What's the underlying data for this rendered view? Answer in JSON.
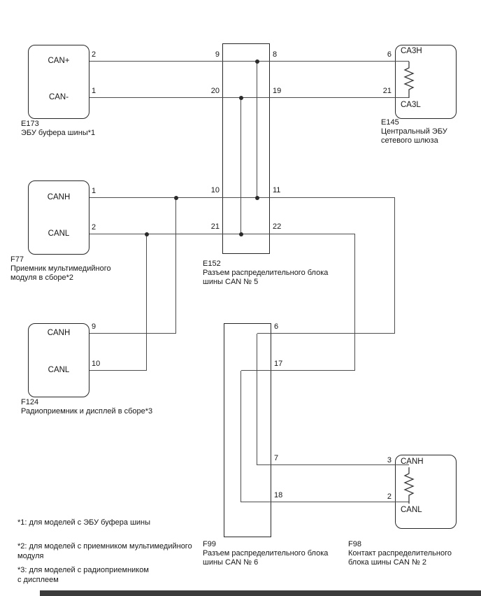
{
  "diagram": {
    "components": {
      "e173": {
        "id": "E173",
        "caption1": "ЭБУ буфера шины*1",
        "t1": "CAN+",
        "t1_pin": "2",
        "t2": "CAN-",
        "t2_pin": "1"
      },
      "e145": {
        "id": "E145",
        "caption1": "Центральный ЭБУ",
        "caption2": "сетевого шлюза",
        "t1": "CA3H",
        "t1_pin": "6",
        "t2": "CA3L",
        "t2_pin": "21"
      },
      "f77": {
        "id": "F77",
        "caption1": "Приемник мультимедийного",
        "caption2": "модуля в сборе*2",
        "t1": "CANH",
        "t1_pin": "1",
        "t2": "CANL",
        "t2_pin": "2"
      },
      "e152": {
        "id": "E152",
        "caption1": "Разъем распределительного блока",
        "caption2": "шины CAN № 5",
        "pin9": "9",
        "pin20": "20",
        "pin8": "8",
        "pin19": "19",
        "pin10": "10",
        "pin21": "21",
        "pin11": "11",
        "pin22": "22"
      },
      "f124": {
        "id": "F124",
        "caption1": "Радиоприемник и дисплей в сборе*3",
        "t1": "CANH",
        "t1_pin": "9",
        "t2": "CANL",
        "t2_pin": "10"
      },
      "f99": {
        "id": "F99",
        "caption1": "Разъем распределительного блока",
        "caption2": "шины CAN № 6",
        "pin6": "6",
        "pin17": "17",
        "pin7": "7",
        "pin18": "18"
      },
      "f98": {
        "id": "F98",
        "caption1": "Контакт распределительного",
        "caption2": "блока шины CAN № 2",
        "t1": "CANH",
        "t1_pin": "3",
        "t2": "CANL",
        "t2_pin": "2"
      }
    },
    "footnotes": {
      "n1": "*1: для моделей с ЭБУ буфера шины",
      "n2a": "*2: для моделей с приемником мультимедийного",
      "n2b": "модуля",
      "n3a": "*3: для моделей с радиоприемником",
      "n3b": "с дисплеем"
    }
  }
}
